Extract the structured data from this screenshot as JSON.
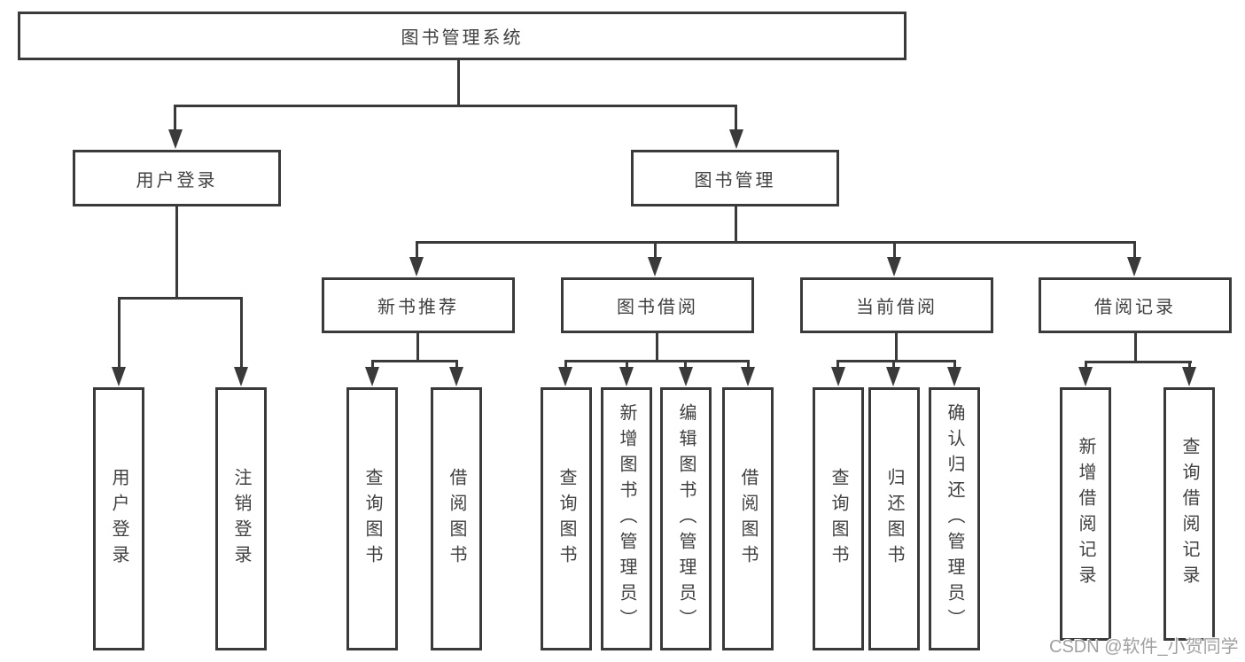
{
  "colors": {
    "line": "#3a3a3a",
    "text": "#404040",
    "watermark": "#a0a0a0",
    "background": "#ffffff"
  },
  "diagram": {
    "root": {
      "label": "图书管理系统"
    },
    "branches": [
      {
        "label": "用户登录",
        "children": [
          {
            "label": "用户登录"
          },
          {
            "label": "注销登录"
          }
        ]
      },
      {
        "label": "图书管理",
        "children": [
          {
            "label": "新书推荐",
            "children": [
              {
                "label": "查询图书"
              },
              {
                "label": "借阅图书"
              }
            ]
          },
          {
            "label": "图书借阅",
            "children": [
              {
                "label": "查询图书"
              },
              {
                "label": "新增图书（管理员）"
              },
              {
                "label": "编辑图书（管理员）"
              },
              {
                "label": "借阅图书"
              }
            ]
          },
          {
            "label": "当前借阅",
            "children": [
              {
                "label": "查询图书"
              },
              {
                "label": "归还图书"
              },
              {
                "label": "确认归还（管理员）"
              }
            ]
          },
          {
            "label": "借阅记录",
            "children": [
              {
                "label": "新增借阅记录"
              },
              {
                "label": "查询借阅记录"
              }
            ]
          }
        ]
      }
    ]
  },
  "watermark": {
    "text": "CSDN @软件_小贺同学"
  }
}
